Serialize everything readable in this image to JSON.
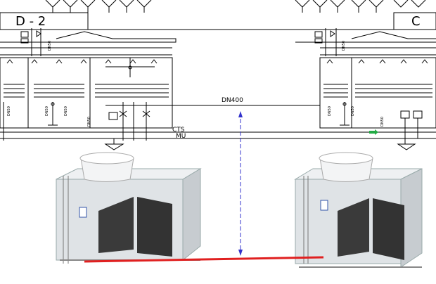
{
  "diagram": {
    "left_unit_label": "D - 2",
    "right_unit_label": "C",
    "pipe_label": "DN400",
    "line_labels": {
      "cts": "CTS",
      "mu": "MU"
    },
    "left_valve_labels": [
      "DN50",
      "DN50",
      "DN50",
      "DN50",
      "DN50"
    ],
    "right_valve_labels": [
      "DN50",
      "DN50",
      "DN50",
      "DN50"
    ],
    "colors": {
      "line": "#000000",
      "dimension": "#3333cc",
      "connection": "#e02020",
      "cts_marker": "#22aa44",
      "tower_body": "#d9dde0",
      "fill_panel": "#3a3a3a"
    }
  }
}
